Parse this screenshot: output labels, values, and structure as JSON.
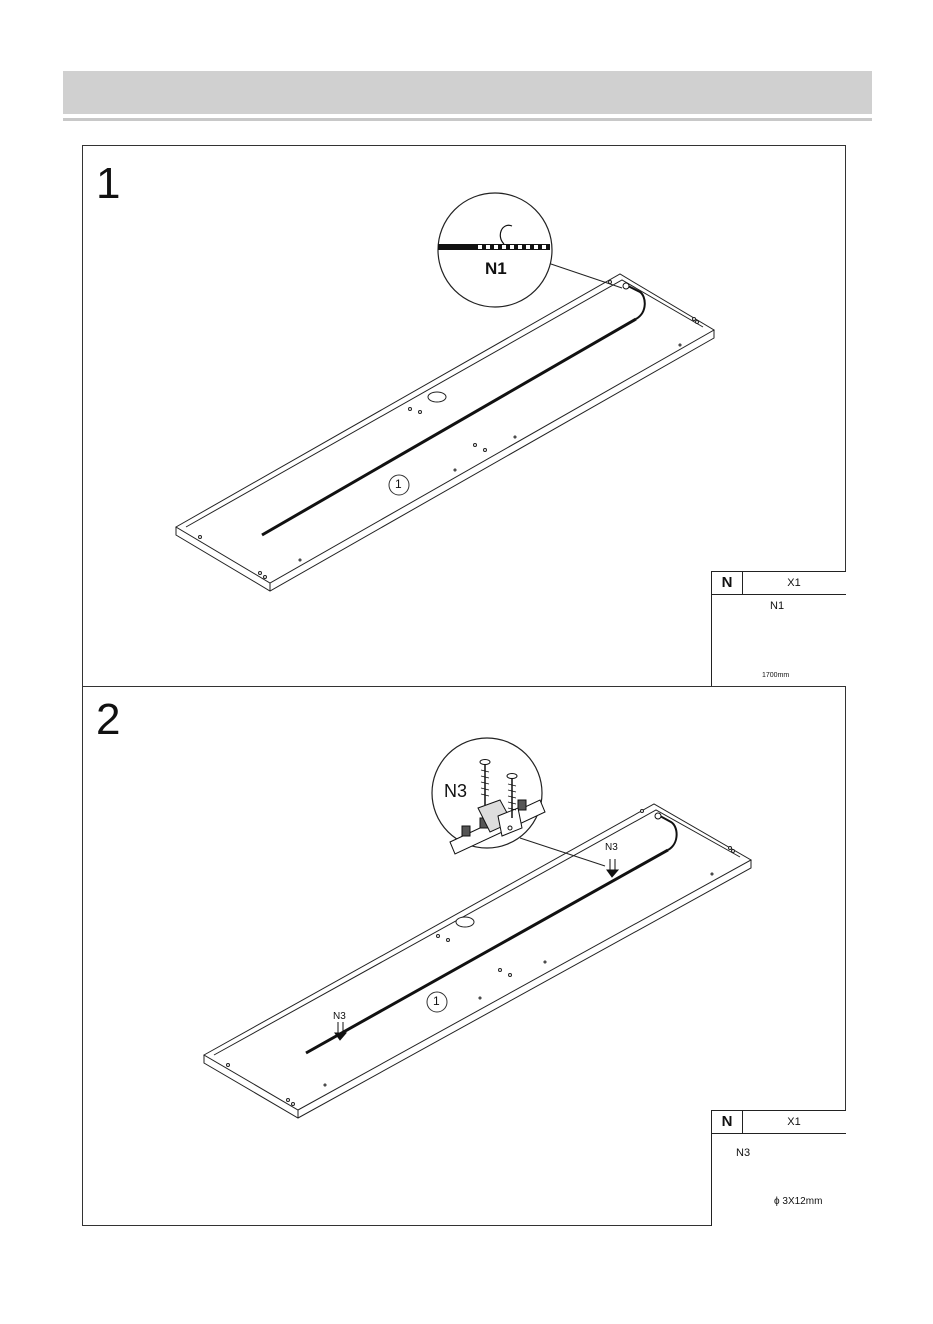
{
  "steps": [
    {
      "number": "1",
      "callout_label": "N1",
      "part_marker": "1",
      "parts_table": {
        "header_letter": "N",
        "quantity": "X1",
        "item_label": "N1",
        "dimension": "1700mm"
      }
    },
    {
      "number": "2",
      "callout_label": "N3",
      "marker_label_a": "N3",
      "marker_label_b": "N3",
      "part_marker": "1",
      "parts_table": {
        "header_letter": "N",
        "quantity": "X1",
        "item_label": "N3",
        "screw_spec": "ϕ 3X12mm"
      }
    }
  ]
}
